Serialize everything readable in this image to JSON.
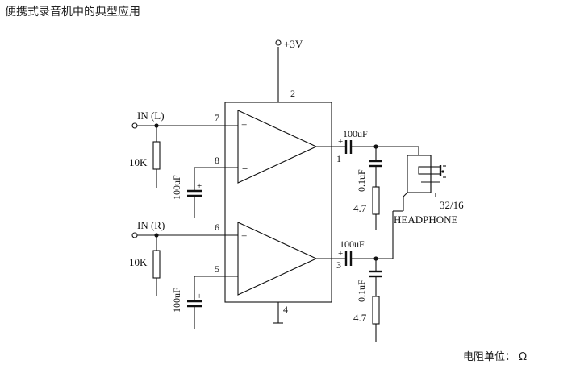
{
  "header": {
    "title": "便携式录音机中的典型应用"
  },
  "footer": {
    "unit_note": "电阻单位： Ω"
  },
  "schematic": {
    "supply_label": "+3V",
    "pins": {
      "p1": "1",
      "p2": "2",
      "p3": "3",
      "p4": "4",
      "p5": "5",
      "p6": "6",
      "p7": "7",
      "p8": "8"
    },
    "inputs": {
      "left": "IN (L)",
      "right": "IN (R)"
    },
    "resistors": {
      "input_left": "10K",
      "input_right": "10K",
      "zobel_left": "4.7",
      "zobel_right": "4.7"
    },
    "capacitors": {
      "output_left": "100uF",
      "output_right": "100uF",
      "zobel_left": "0.1uF",
      "zobel_right": "0.1uF",
      "bypass_left": "100uF",
      "bypass_right": "100uF"
    },
    "opamp_signs": {
      "plus": "+",
      "minus": "−"
    },
    "polarity_mark": "+",
    "headphone": {
      "impedance": "32/16",
      "label": "HEADPHONE"
    }
  }
}
